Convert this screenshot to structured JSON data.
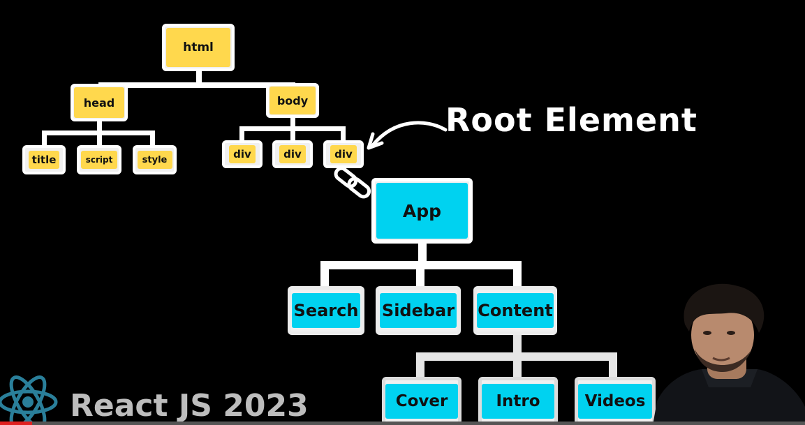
{
  "dom_tree": {
    "root": "html",
    "head": "head",
    "head_children": [
      "title",
      "script",
      "style"
    ],
    "body": "body",
    "body_children": [
      "div",
      "div",
      "div"
    ]
  },
  "annotation": {
    "label": "Root Element"
  },
  "react_tree": {
    "root": "App",
    "children": [
      "Search",
      "Sidebar",
      "Content"
    ],
    "content_children": [
      "Cover",
      "Intro",
      "Videos"
    ]
  },
  "branding": {
    "title": "React JS 2023",
    "logo_icon": "react-atom-icon"
  },
  "colors": {
    "dom_node": "#ffd84d",
    "react_node": "#00d2f0",
    "background": "#000000"
  },
  "video_progress": {
    "played_fraction": 0.04
  }
}
